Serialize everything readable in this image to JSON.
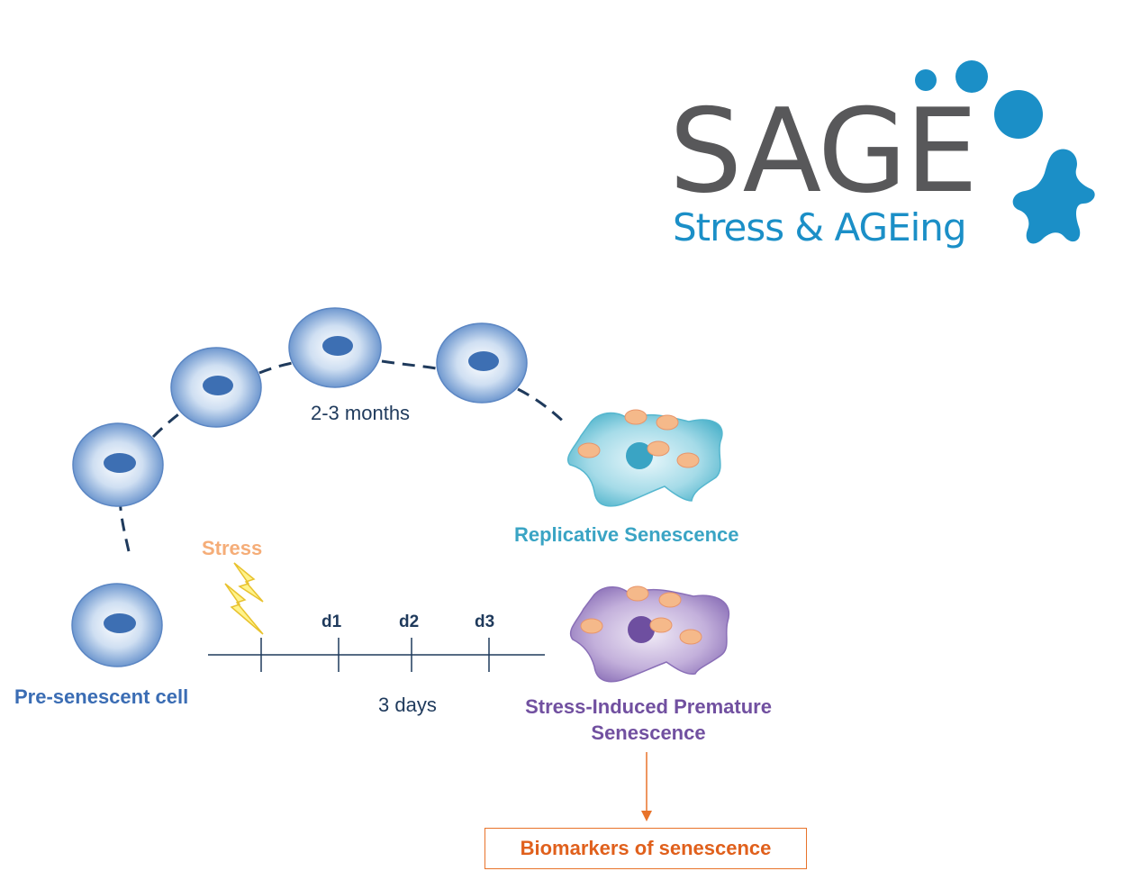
{
  "logo": {
    "title": "SAGE",
    "tagline": "Stress & AGEing",
    "color": "#1b8fc7"
  },
  "diagram": {
    "replicative_duration": "2-3 months",
    "stress_label": "Stress",
    "timeline_ticks": [
      "d1",
      "d2",
      "d3"
    ],
    "timeline_duration": "3 days",
    "pre_senescent_label": "Pre-senescent cell",
    "replicative_label": "Replicative Senescence",
    "sips_label_line1": "Stress-Induced Premature",
    "sips_label_line2": "Senescence",
    "biomarkers_label": "Biomarkers of senescence"
  },
  "colors": {
    "pre_senescent": "#3b6db4",
    "replicative": "#3aa4c4",
    "sips": "#7150a0",
    "stress": "#f5ad78",
    "biomarkers": "#e0601c"
  }
}
